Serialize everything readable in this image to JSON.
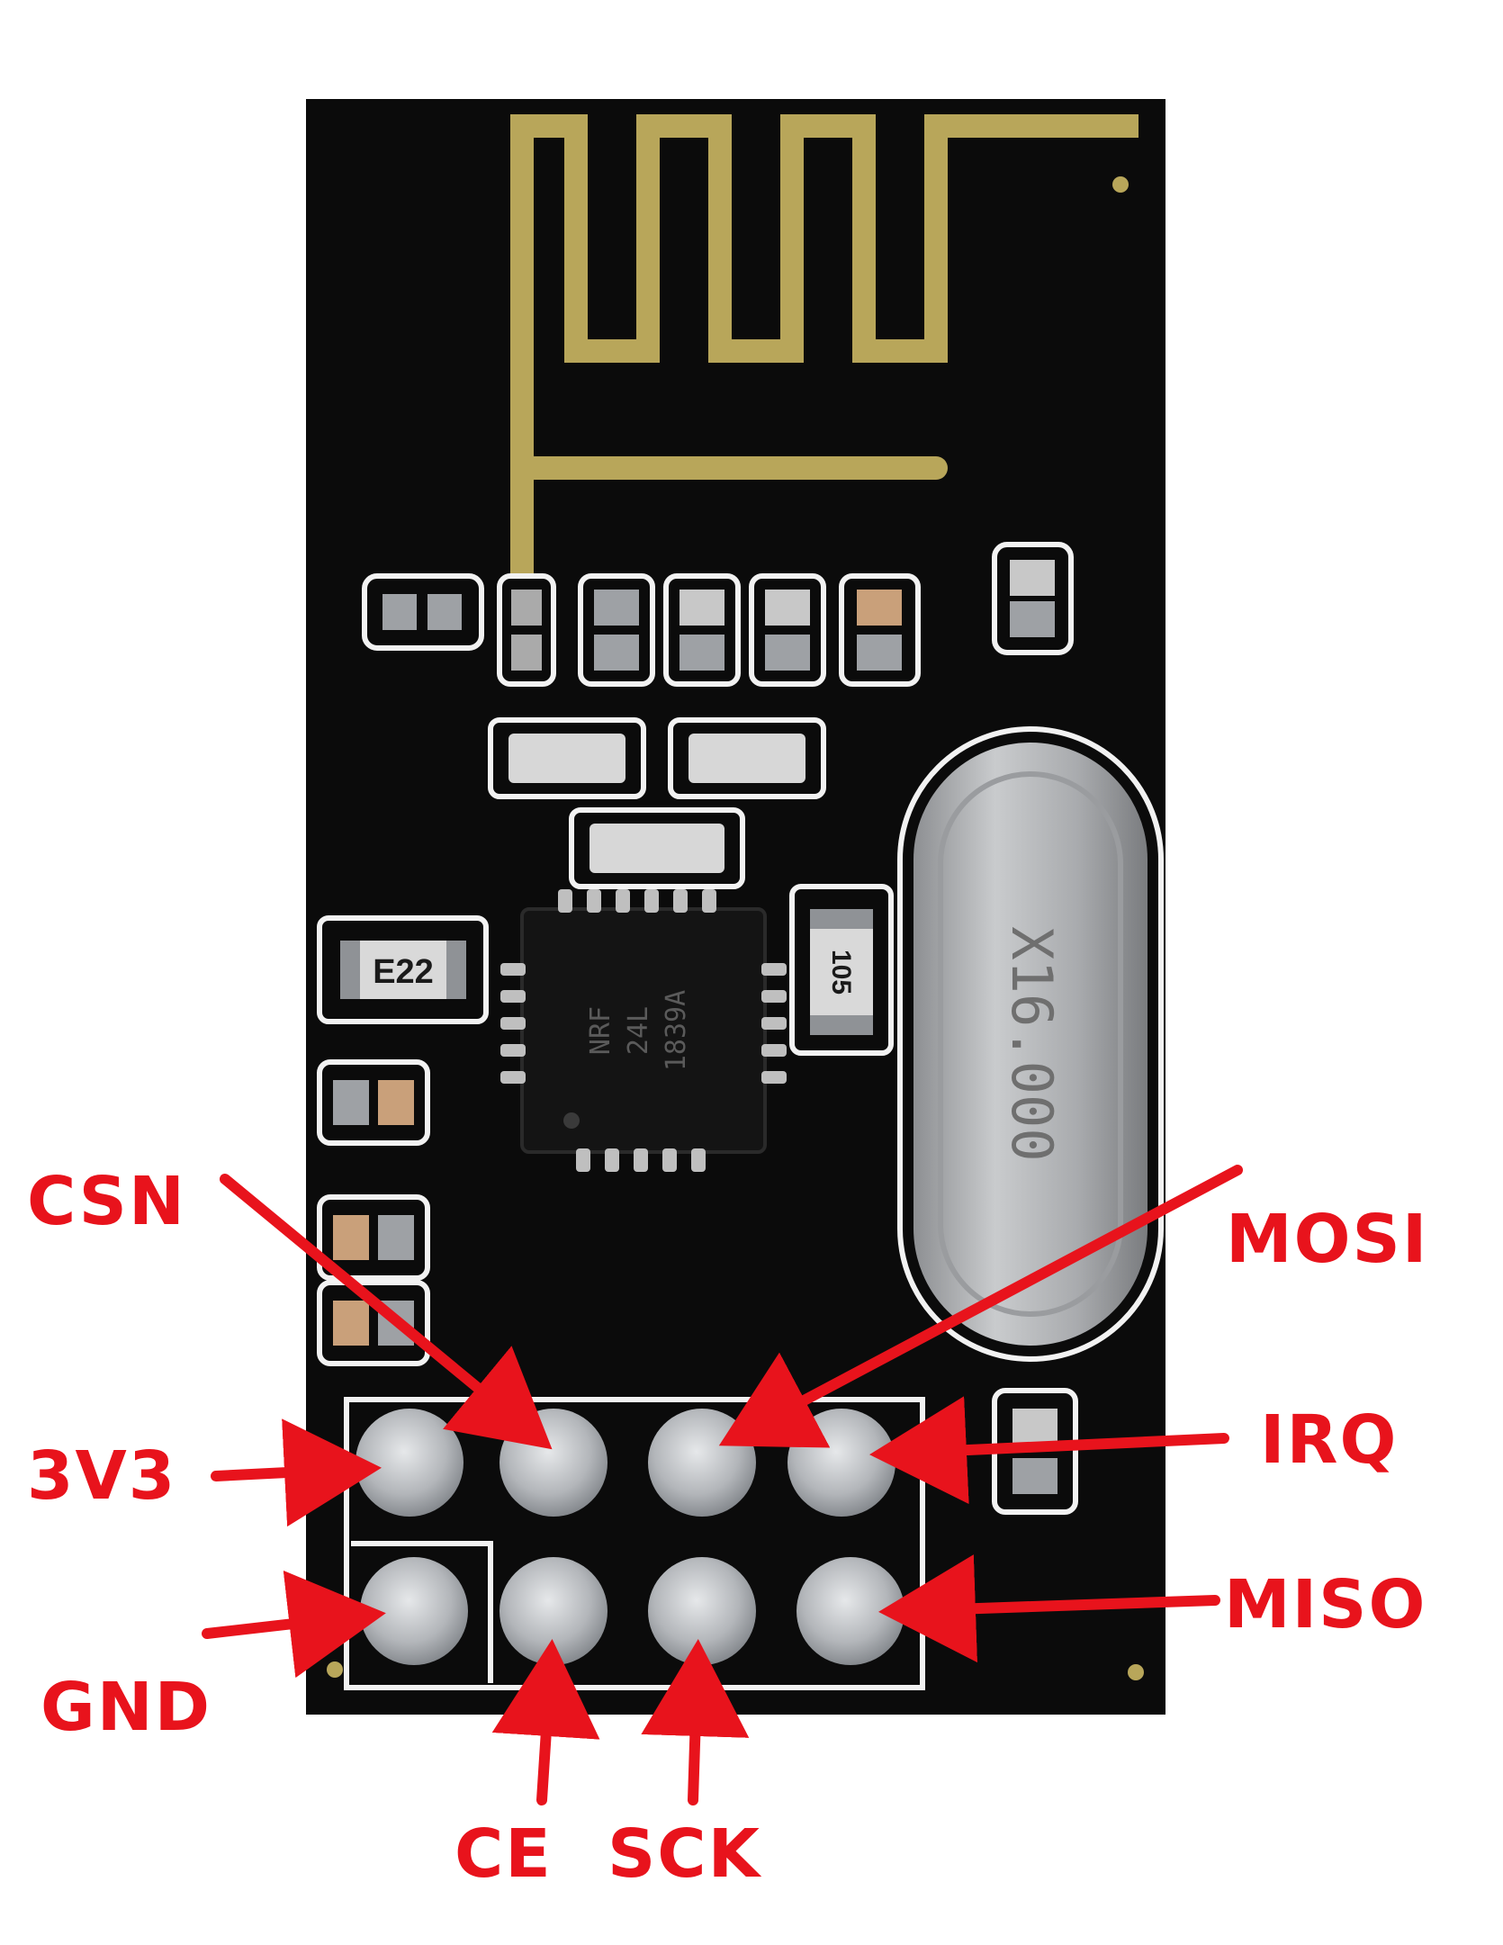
{
  "colors": {
    "pcb": "#0b0b0b",
    "silkscreen": "#f2f2f2",
    "antenna": "#b8a65a",
    "pin": "#b9bcc0",
    "arrow": "#e8131c"
  },
  "components": {
    "chip_lines": [
      "NRF",
      "24L",
      "1839A"
    ],
    "resistor_e22": "E22",
    "resistor_105": "105",
    "crystal": "X16.000"
  },
  "pins": {
    "csn": "CSN",
    "mosi": "MOSI",
    "v3v3": "3V3",
    "irq": "IRQ",
    "gnd": "GND",
    "miso": "MISO",
    "ce": "CE",
    "sck": "SCK"
  }
}
